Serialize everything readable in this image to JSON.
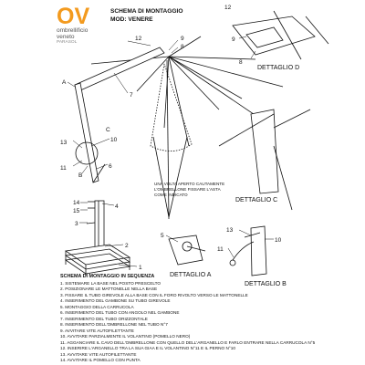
{
  "logo": {
    "letters": "OV",
    "name": "ombrellificio veneto",
    "sub": "PARASOL"
  },
  "header": {
    "line1": "SCHEMA DI MONTAGGIO",
    "line2": "MOD: VENERE"
  },
  "callouts": {
    "c1": "1",
    "c2": "2",
    "c3": "3",
    "c4": "4",
    "c5": "5",
    "c6": "6",
    "c7": "7",
    "c8": "8",
    "c9": "9",
    "c10": "10",
    "c11": "11",
    "c12": "12",
    "c13": "13",
    "c14": "14",
    "c15": "15",
    "a": "A",
    "b": "B",
    "c": "C"
  },
  "details": {
    "a": "DETTAGLIO A",
    "b": "DETTAGLIO B",
    "c": "DETTAGLIO C",
    "d": "DETTAGLIO D"
  },
  "note": {
    "line1": "UNA VOLTA APERTO CAUTAMENTE",
    "line2": "L'OMBRELLONE FISSARE L'ASTA",
    "line3": "COME INDICATO"
  },
  "instructions": {
    "title": "SCHEMA DI MONTAGGIO IN SEQUENZA",
    "steps": [
      "1. SISTEMARE LA BASE NEL POSTO PRESCELTO",
      "2. POSIZIONARE LE MATTONELLE NELLA BASE",
      "3. FISSARE IL TUBO GIREVOLE ALLA BASE CON IL FORO RIVOLTO VERSO LE MATTONELLE",
      "4. INSERIMENTO DEL GAMBONE SU TUBO GIREVOLE",
      "5. MONTAGGIO DELLA CARRUCOLA",
      "6. INSERIMENTO DEL TUBO CON ANGOLO NEL GAMBONE",
      "7. INSERIMENTO DEL TUBO ORIZZONTALE",
      "8. INSERIMENTO DELL'OMBRELLONE NEL TUBO N°7",
      "9. AVVITARE VITE AUTOFILETTANTE",
      "10. AVVITARE PARZIALMENTE IL VOLANTINO (POMELLO NERO)",
      "11. AGGANCIARE IL CAVO DELL'OMBRELLONE CON QUELLO DELL'ARGANELLO E FARLO ENTRARE NELLA CARRUCOLA N°5",
      "12. INSERIRE L'ARGANELLO TRA LA SUA GIAA E IL VOLANTINO N°11 E IL PERNO N°10",
      "13. AVVITARE VITE AUTOFILETTANTE",
      "14. AVVITARE IL POMELLO CON PUNTA"
    ]
  }
}
